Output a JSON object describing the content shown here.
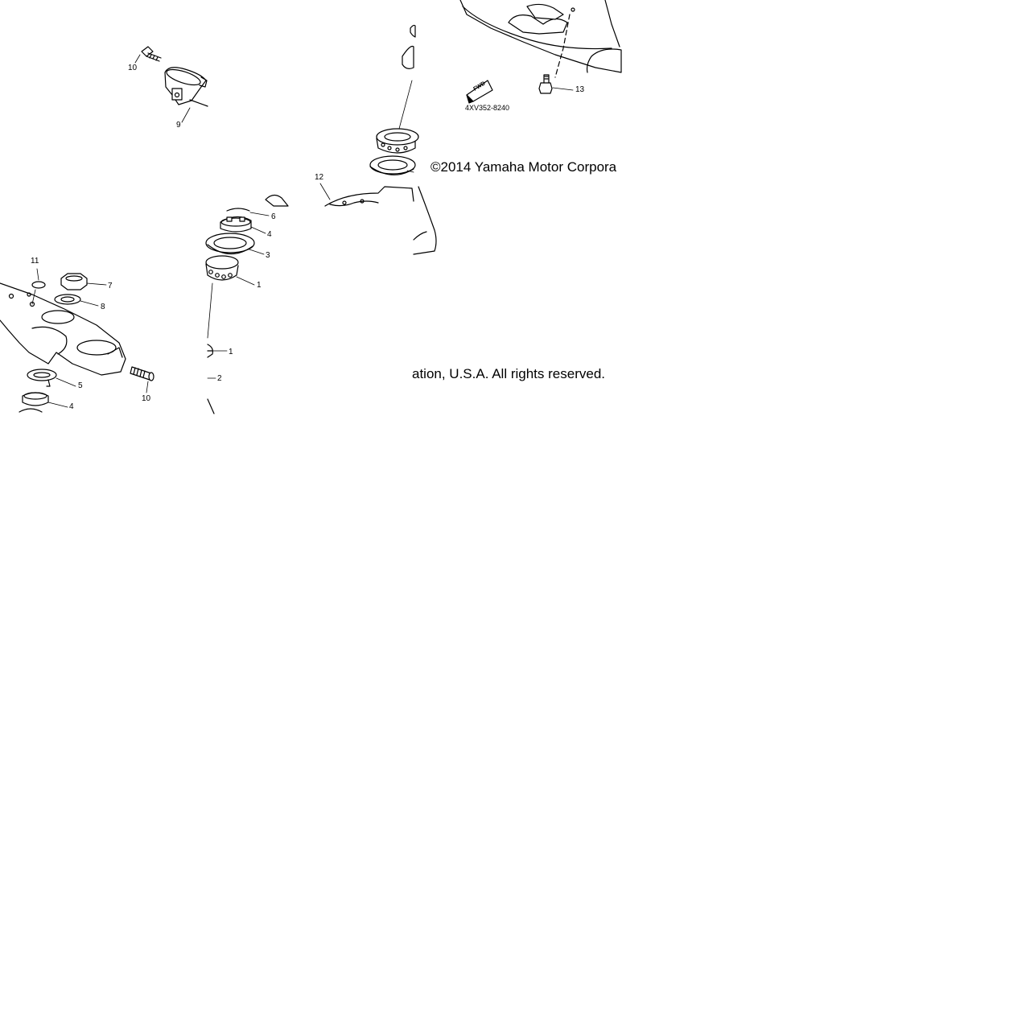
{
  "diagram": {
    "part_code": "4XV352-8240",
    "fwd_label": "FWD",
    "copyright_part1": "©2014 Yamaha Motor Corpora",
    "copyright_part2": "ation, U.S.A. All rights reserved.",
    "callouts": {
      "c10_top": "10",
      "c9": "9",
      "c12": "12",
      "c13": "13",
      "c6": "6",
      "c4_mid": "4",
      "c3": "3",
      "c1_mid": "1",
      "c11": "11",
      "c7": "7",
      "c8": "8",
      "c5": "5",
      "c4_low": "4",
      "c10_low": "10",
      "c1_low": "1",
      "c2": "2"
    }
  }
}
